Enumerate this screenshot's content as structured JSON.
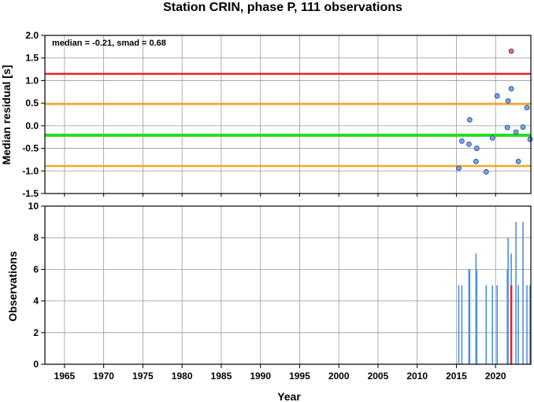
{
  "chart_data": [
    {
      "type": "scatter",
      "title": "Station CRIN, phase P, 111 observations",
      "xlabel": "",
      "ylabel": "Median residual [s]",
      "xlim": [
        1962.5,
        2024.5
      ],
      "ylim": [
        -1.5,
        2.0
      ],
      "xticks": [
        1965,
        1970,
        1975,
        1980,
        1985,
        1990,
        1995,
        2000,
        2005,
        2010,
        2015,
        2020
      ],
      "yticks": [
        -1.5,
        -1.0,
        -0.5,
        0.0,
        0.5,
        1.0,
        1.5,
        2.0
      ],
      "ytick_labels": [
        "-1.5",
        "-1.0",
        "-0.5",
        "0.0",
        "0.5",
        "1.0",
        "1.5",
        "2.0"
      ],
      "grid": true,
      "annotation": "median = -0.21, smad = 0.68",
      "reference_lines": [
        {
          "y": 1.15,
          "color": "#ee2222"
        },
        {
          "y": 0.48,
          "color": "#f5a623"
        },
        {
          "y": -0.21,
          "color": "#22dd22"
        },
        {
          "y": -0.89,
          "color": "#f5a623"
        }
      ],
      "points": [
        {
          "x": 2015.3,
          "y": -0.94,
          "color": "#6fa6f2"
        },
        {
          "x": 2015.7,
          "y": -0.34,
          "color": "#6fa6f2"
        },
        {
          "x": 2016.6,
          "y": -0.41,
          "color": "#6fa6f2"
        },
        {
          "x": 2016.7,
          "y": 0.13,
          "color": "#6fa6f2"
        },
        {
          "x": 2017.5,
          "y": -0.79,
          "color": "#6fa6f2"
        },
        {
          "x": 2017.6,
          "y": -0.5,
          "color": "#6fa6f2"
        },
        {
          "x": 2018.8,
          "y": -1.02,
          "color": "#6fa6f2"
        },
        {
          "x": 2019.6,
          "y": -0.27,
          "color": "#6fa6f2"
        },
        {
          "x": 2020.2,
          "y": 0.66,
          "color": "#6fa6f2"
        },
        {
          "x": 2021.5,
          "y": -0.04,
          "color": "#6fa6f2"
        },
        {
          "x": 2021.6,
          "y": 0.55,
          "color": "#6fa6f2"
        },
        {
          "x": 2022.0,
          "y": 0.82,
          "color": "#6fa6f2"
        },
        {
          "x": 2022.0,
          "y": 1.65,
          "color": "#f06a5a"
        },
        {
          "x": 2022.6,
          "y": -0.14,
          "color": "#6fa6f2"
        },
        {
          "x": 2022.9,
          "y": -0.79,
          "color": "#6fa6f2"
        },
        {
          "x": 2023.5,
          "y": -0.03,
          "color": "#6fa6f2"
        },
        {
          "x": 2024.0,
          "y": 0.4,
          "color": "#6fa6f2"
        },
        {
          "x": 2024.4,
          "y": -0.3,
          "color": "#6fa6f2"
        }
      ]
    },
    {
      "type": "bar",
      "title": "",
      "xlabel": "Year",
      "ylabel": "Observations",
      "xlim": [
        1962.5,
        2024.5
      ],
      "ylim": [
        0,
        10
      ],
      "xticks": [
        1965,
        1970,
        1975,
        1980,
        1985,
        1990,
        1995,
        2000,
        2005,
        2010,
        2015,
        2020
      ],
      "yticks": [
        0,
        2,
        4,
        6,
        8,
        10
      ],
      "grid": true,
      "bars": [
        {
          "x": 2015.3,
          "value": 5,
          "color": "#4f8fe0"
        },
        {
          "x": 2015.7,
          "value": 5,
          "color": "#4f8fe0"
        },
        {
          "x": 2016.6,
          "value": 6,
          "color": "#4f8fe0"
        },
        {
          "x": 2016.7,
          "value": 6,
          "color": "#4f8fe0"
        },
        {
          "x": 2017.5,
          "value": 7,
          "color": "#4f8fe0"
        },
        {
          "x": 2017.6,
          "value": 6,
          "color": "#4f8fe0"
        },
        {
          "x": 2018.8,
          "value": 5,
          "color": "#4f8fe0"
        },
        {
          "x": 2019.6,
          "value": 5,
          "color": "#4f8fe0"
        },
        {
          "x": 2020.2,
          "value": 5,
          "color": "#4f8fe0"
        },
        {
          "x": 2021.5,
          "value": 6,
          "color": "#4f8fe0"
        },
        {
          "x": 2021.6,
          "value": 8,
          "color": "#4f8fe0"
        },
        {
          "x": 2022.0,
          "value": 7,
          "color": "#4f8fe0"
        },
        {
          "x": 2022.0,
          "value": 5,
          "color": "#e02222"
        },
        {
          "x": 2022.6,
          "value": 9,
          "color": "#4f8fe0"
        },
        {
          "x": 2022.9,
          "value": 5,
          "color": "#4f8fe0"
        },
        {
          "x": 2023.5,
          "value": 9,
          "color": "#4f8fe0"
        },
        {
          "x": 2024.0,
          "value": 5,
          "color": "#4f8fe0"
        },
        {
          "x": 2024.4,
          "value": 5,
          "color": "#4f8fe0"
        }
      ]
    }
  ]
}
